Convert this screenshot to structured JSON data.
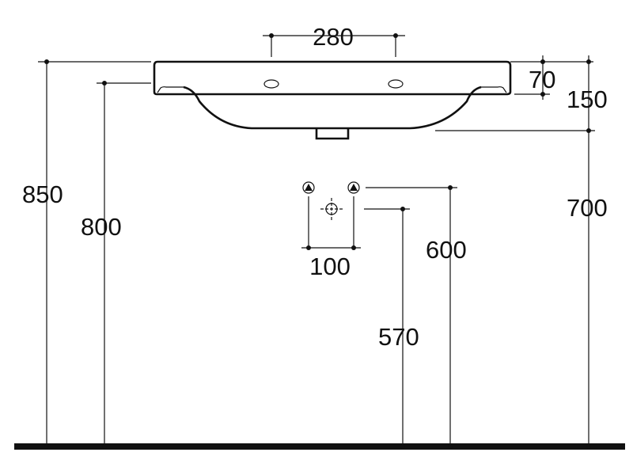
{
  "diagram": {
    "type": "technical-drawing",
    "subject": "wall-hung washbasin front elevation",
    "colors": {
      "ink": "#111111",
      "background": "#ffffff"
    },
    "dimensions": {
      "tap_hole_spacing": "280",
      "top_thickness": "70",
      "basin_depth": "150",
      "top_height": "850",
      "fixing_height": "800",
      "bottom_height": "700",
      "supply_height": "600",
      "supply_spacing": "100",
      "waste_height": "570"
    },
    "icons": {
      "supply_left": "water-supply-icon",
      "supply_right": "water-supply-icon",
      "waste": "waste-outlet-icon"
    }
  }
}
